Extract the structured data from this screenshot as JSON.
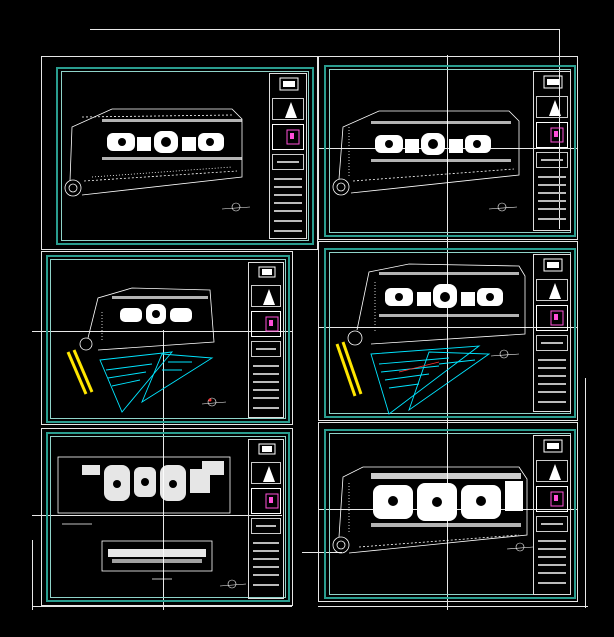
{
  "viewport": {
    "background": "#000000",
    "line_color": "#e8e8e8",
    "frame_color": "#2a9d8f",
    "highlight_cyan": "#00e5ff",
    "highlight_yellow": "#ffe600",
    "highlight_magenta": "#ff4fd8"
  },
  "sheets": [
    {
      "id": "sheet-1",
      "row": 1,
      "col": "left"
    },
    {
      "id": "sheet-2",
      "row": 1,
      "col": "right"
    },
    {
      "id": "sheet-3",
      "row": 2,
      "col": "left"
    },
    {
      "id": "sheet-4",
      "row": 2,
      "col": "right"
    },
    {
      "id": "sheet-5",
      "row": 3,
      "col": "left"
    },
    {
      "id": "sheet-6",
      "row": 3,
      "col": "right"
    }
  ]
}
